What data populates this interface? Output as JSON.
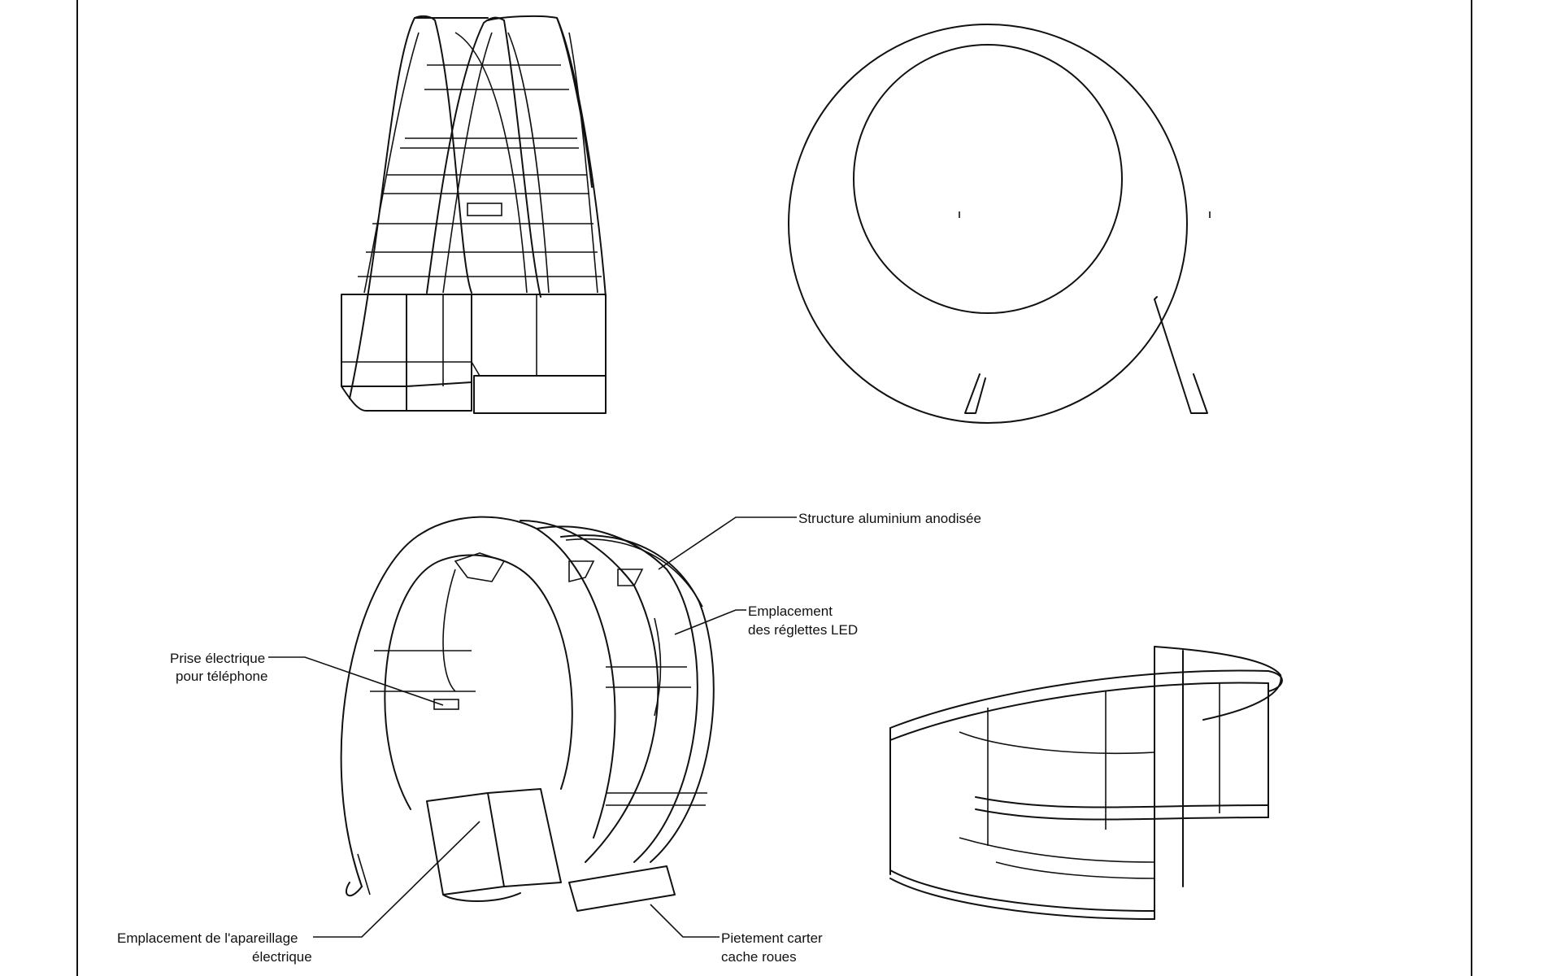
{
  "annotations": {
    "structure": "Structure aluminium anodisée",
    "led_line1": "Emplacement",
    "led_line2": "des réglettes LED",
    "prise_line1": "Prise électrique",
    "prise_line2": "pour téléphone",
    "appareillage_line1": "Emplacement de l'apareillage",
    "appareillage_line2": "électrique",
    "pietement_line1": "Pietement carter",
    "pietement_line2": "cache roues"
  }
}
